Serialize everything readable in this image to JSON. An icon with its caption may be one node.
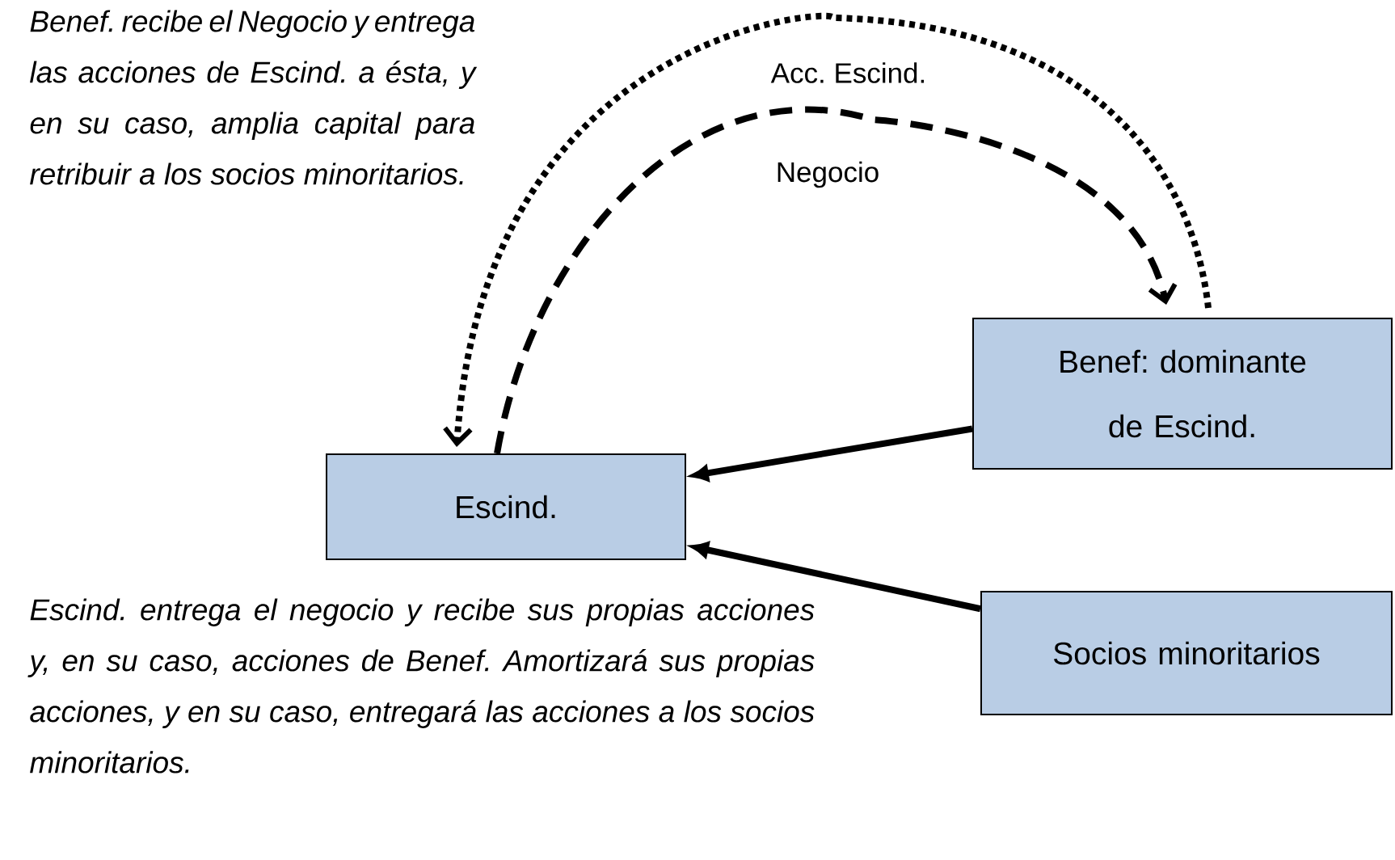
{
  "diagram": {
    "nodes": [
      {
        "text": [
          "Escind."
        ]
      },
      {
        "text": [
          "Benef: dominante de Escind."
        ]
      },
      {
        "text": [
          "Socios minoritarios"
        ]
      }
    ],
    "edges": [
      {
        "from": 1,
        "to": 0,
        "arrow": "to"
      },
      {
        "from": 2,
        "to": 0,
        "arrow": "to"
      },
      {
        "from": 0,
        "to": 1,
        "arrow": "to",
        "label": "Negocio",
        "style": "dashed"
      },
      {
        "from": 1,
        "to": 0,
        "arrow": "to",
        "label": "Acc. Escind.",
        "style": "dashed"
      }
    ],
    "labels": [
      "Benef. recibe el Negocio y entrega las acciones de Escind. a ésta, y en su caso, amplia capital para retribuir a los socios minoritarios.",
      "Escind. entrega el negocio y recibe sus propias acciones y, en su caso, acciones de Benef. Amortizará sus propias acciones, y en su caso, entregará las acciones a los socios minoritarios."
    ]
  }
}
